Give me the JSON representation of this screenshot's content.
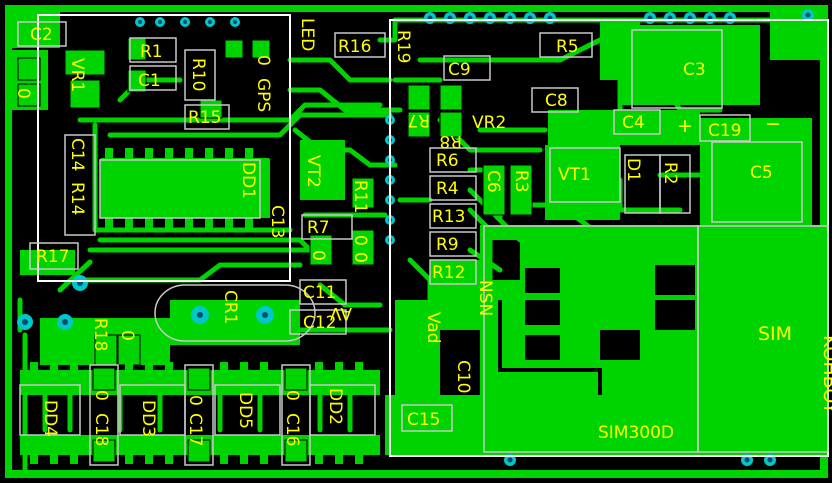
{
  "board": {
    "colors": {
      "background": "#000000",
      "copper": "#00d400",
      "silkscreen": "#ffff00",
      "outline": "#ffffff",
      "via": "#00c8c8"
    }
  },
  "labels": {
    "C2": "C2",
    "VR1": "VR1",
    "R1": "R1",
    "C1": "C1",
    "R10": "R10",
    "R15": "R15",
    "GPS": "GPS",
    "LED": "LED",
    "R16": "R16",
    "R19": "R19",
    "C9": "C9",
    "R5": "R5",
    "C3": "C3",
    "R7a": "R7",
    "R8": "R8",
    "VR2": "VR2",
    "C8": "C8",
    "C4": "C4",
    "C19": "C19",
    "plus": "+",
    "minus": "−",
    "C14": "C14",
    "R14": "R14",
    "DD1": "DD1",
    "VT2": "VT2",
    "R6": "R6",
    "R4": "R4",
    "C6": "C6",
    "R3": "R3",
    "VT1": "VT1",
    "D1": "D1",
    "R2": "R2",
    "C5": "C5",
    "R11": "R11",
    "C13": "C13",
    "R7b": "R7",
    "R13": "R13",
    "R17": "R17",
    "R9": "R9",
    "R12": "R12",
    "C11": "C11",
    "CR1": "CR1",
    "AV": "AV",
    "NSN": "NSN",
    "Vad": "Vad",
    "SIM": "SIM",
    "C12": "C12",
    "R18": "R18",
    "C10": "C10",
    "KOHBOY": "KOHBOY",
    "DD4": "DD4",
    "DD3": "DD3",
    "DD5": "DD5",
    "DD2": "DD2",
    "C18": "C18",
    "C17": "C17",
    "C16": "C16",
    "C15": "C15",
    "SIM300D": "SIM300D",
    "zero": "0"
  }
}
